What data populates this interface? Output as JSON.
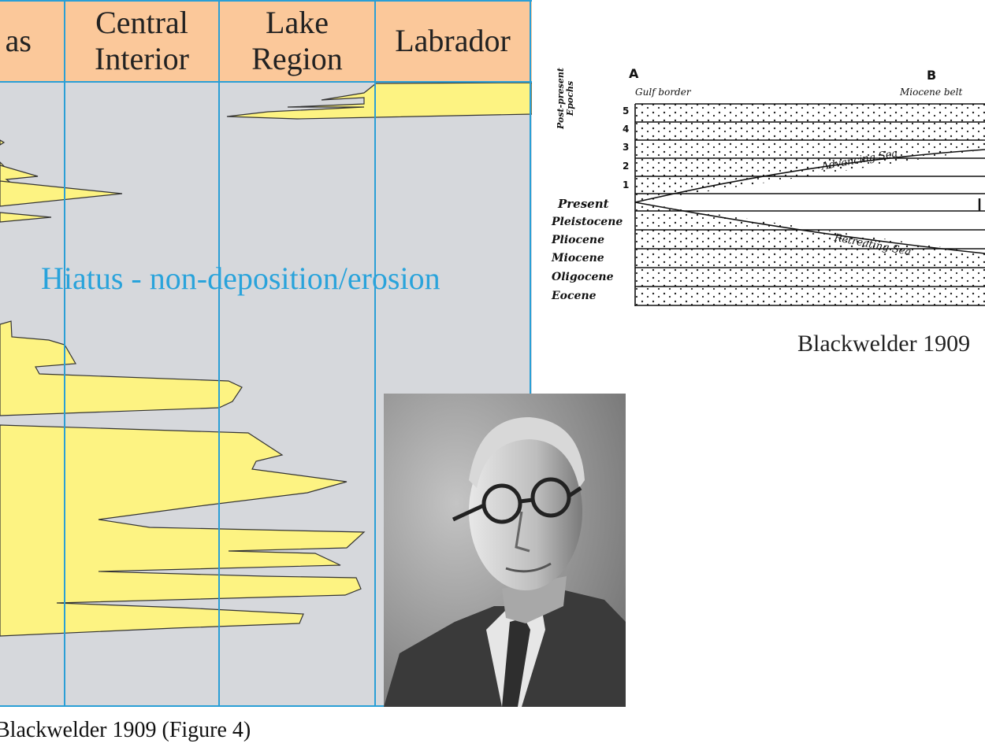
{
  "wheeler_diagram": {
    "columns": [
      {
        "label": "as"
      },
      {
        "label": "Central\nInterior"
      },
      {
        "label": "Lake\nRegion"
      },
      {
        "label": "Labrador"
      }
    ],
    "hiatus_label": "Hiatus - non-deposition/erosion",
    "caption": "Blackwelder 1909 (Figure 4)",
    "colors": {
      "header": "#fbc89a",
      "hiatus_fill": "#d6d8dc",
      "deposit_fill": "#fdf382",
      "grid_line": "#2a9fd6",
      "hiatus_text": "#29a3db"
    }
  },
  "portrait": {
    "icon": "portrait-photo"
  },
  "cross_section": {
    "point_a": "A",
    "point_b": "B",
    "left_label": "Gulf border",
    "right_label": "Miocene belt",
    "side_label": "Post-present Epochs",
    "future_epochs": [
      "5",
      "4",
      "3",
      "2",
      "1"
    ],
    "epochs": [
      "Present",
      "Pleistocene",
      "Pliocene",
      "Miocene",
      "Oligocene",
      "Eocene"
    ],
    "advancing_label": "Advancing Sea",
    "retreating_label": "Retreating Sea",
    "caption": "Blackwelder 1909"
  }
}
